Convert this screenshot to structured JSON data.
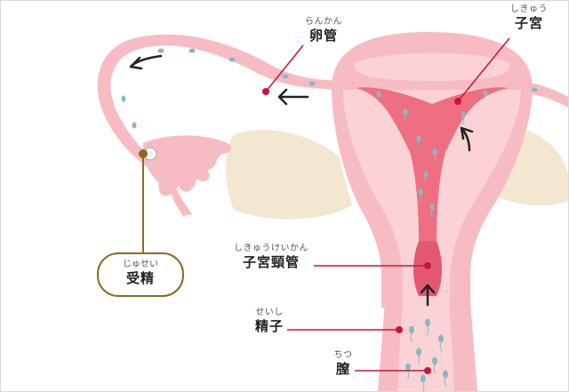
{
  "labels": {
    "oviduct": {
      "ruby": "らんかん",
      "text": "卵管"
    },
    "uterus": {
      "ruby": "しきゅう",
      "text": "子宮"
    },
    "cervical_canal": {
      "ruby": "しきゅうけいかん",
      "text": "子宮頸管"
    },
    "sperm": {
      "ruby": "せいし",
      "text": "精子"
    },
    "vagina": {
      "ruby": "ちつ",
      "text": "膣"
    },
    "fertilization": {
      "ruby": "じゅせい",
      "text": "受精"
    }
  },
  "colors": {
    "tissue_pink": "#f7bcc3",
    "tissue_light": "#fbd3d6",
    "cavity": "#ee6f80",
    "cavity_deep": "#e35a70",
    "leader_line": "#c8143c",
    "fert_line": "#8a6d1b",
    "ligament": "#f3e7cf",
    "sperm": "#8db6c4"
  }
}
